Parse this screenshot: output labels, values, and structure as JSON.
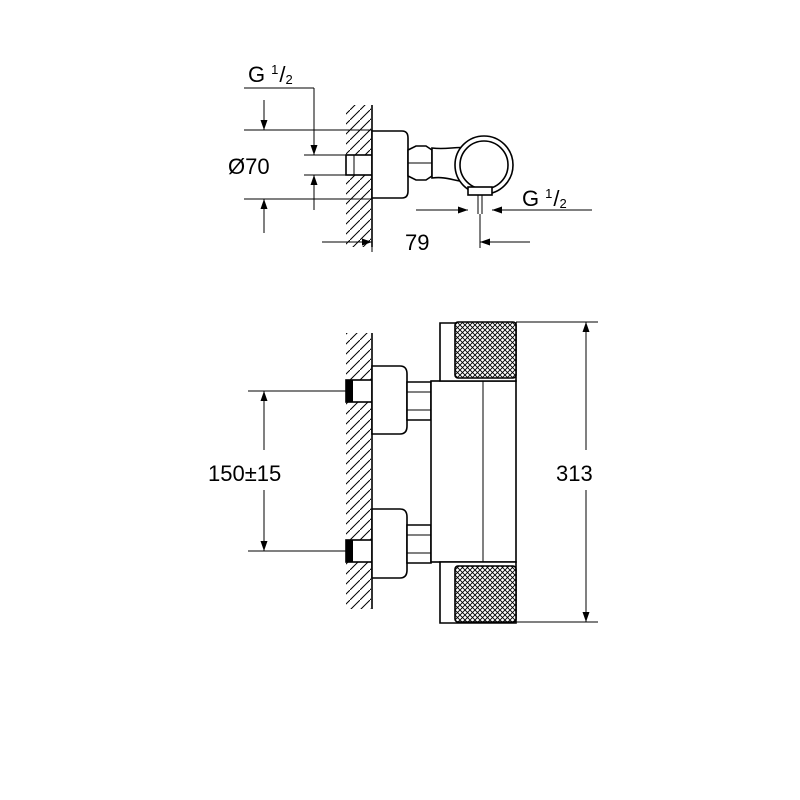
{
  "top_view": {
    "inlet_thread": {
      "main": "G",
      "sup": "1",
      "sub": "2"
    },
    "diameter": "Ø70",
    "outlet_thread": {
      "main": "G",
      "sup": "1",
      "sub": "2"
    },
    "projection": "79"
  },
  "front_view": {
    "spacing": "150±15",
    "height": "313"
  }
}
